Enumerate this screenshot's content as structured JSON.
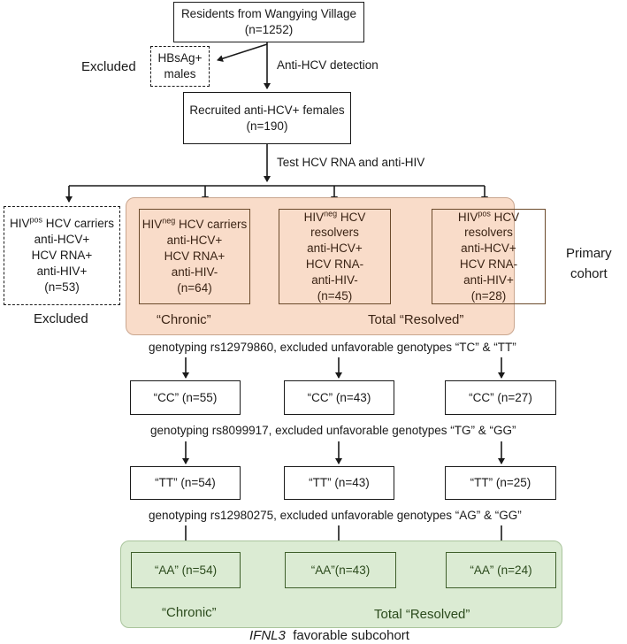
{
  "top_box": {
    "line1": "Residents from Wangying Village",
    "line2": "(n=1252)"
  },
  "excluded_hbsag": {
    "label": "Excluded",
    "line1": "HBsAg+",
    "line2": "males"
  },
  "anti_hcv_detection": "Anti-HCV detection",
  "recruited_box": {
    "line1": "Recruited anti-HCV+ females",
    "line2": "(n=190)"
  },
  "test_label": "Test HCV RNA and anti-HIV",
  "excluded_hiv_carriers": {
    "sup": "pos",
    "title": "HCV carriers",
    "lines": [
      "anti-HCV+",
      "HCV RNA+",
      "anti-HIV+",
      "(n=53)"
    ],
    "label": "Excluded"
  },
  "groups": [
    {
      "sup": "neg",
      "title": "HCV carriers",
      "lines": [
        "anti-HCV+",
        "HCV RNA+",
        "anti-HIV-",
        "(n=64)"
      ]
    },
    {
      "sup": "neg",
      "title": "HCV resolvers",
      "lines": [
        "anti-HCV+",
        "HCV RNA-",
        "anti-HIV-",
        "(n=45)"
      ]
    },
    {
      "sup": "pos",
      "title": "HCV resolvers",
      "lines": [
        "anti-HCV+",
        "HCV RNA-",
        "anti-HIV+",
        "(n=28)"
      ]
    }
  ],
  "hiv_prefix": "HIV",
  "primary_cohort": {
    "line1": "Primary",
    "line2": "cohort"
  },
  "chronic_label": "“Chronic”",
  "resolved_label": "Total “Resolved”",
  "steps": [
    {
      "text": "genotyping rs12979860, excluded unfavorable genotypes “TC” & “TT”",
      "results": [
        "“CC” (n=55)",
        "“CC” (n=43)",
        "“CC” (n=27)"
      ]
    },
    {
      "text": "genotyping rs8099917, excluded unfavorable genotypes “TG” & “GG”",
      "results": [
        "“TT” (n=54)",
        "“TT” (n=43)",
        "“TT” (n=25)"
      ]
    },
    {
      "text": "genotyping rs12980275, excluded unfavorable genotypes “AG” & “GG”",
      "results": [
        "“AA” (n=54)",
        "“AA”(n=43)",
        "“AA” (n=24)"
      ]
    }
  ],
  "subcohort": {
    "gene": "IFNL3",
    "rest": "favorable subcohort"
  }
}
